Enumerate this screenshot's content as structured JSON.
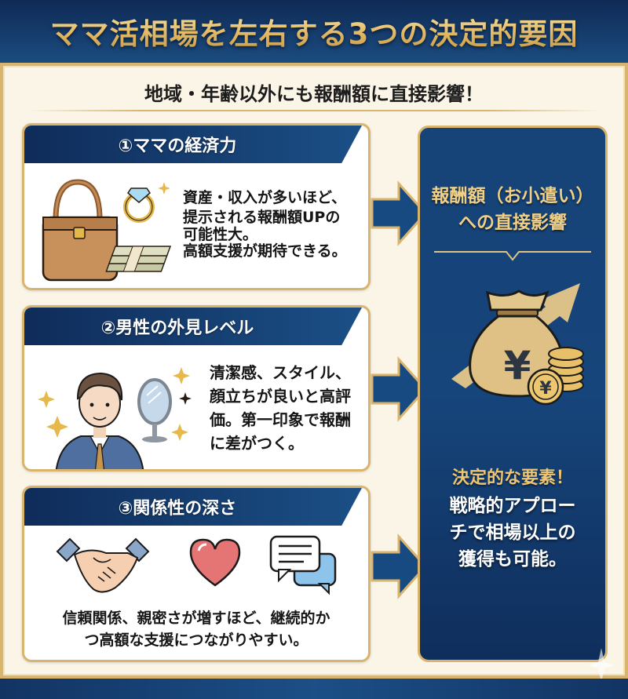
{
  "header": {
    "title": "ママ活相場を左右する3つの決定的要因"
  },
  "subtitle": "地域・年齢以外にも報酬額に直接影響！",
  "factors": [
    {
      "title": "①ママの経済力",
      "icons": [
        "handbag-icon",
        "diamond-ring-icon",
        "cash-stack-icon",
        "sparkle-icon"
      ],
      "text_lines": [
        "資産・収入が多いほど、",
        "提示される報酬額UPの",
        "可能性大。",
        "高額支援が期待できる。"
      ]
    },
    {
      "title": "②男性の外見レベル",
      "icons": [
        "businessman-icon",
        "mirror-icon",
        "sparkle-icon"
      ],
      "text_lines": [
        "清潔感、スタイル、",
        "顔立ちが良いと高評",
        "価。第一印象で報酬",
        "に差がつく。"
      ]
    },
    {
      "title": "③関係性の深さ",
      "icons": [
        "handshake-icon",
        "heart-icon",
        "chat-bubbles-icon"
      ],
      "text_lines": [
        "信頼関係、親密さが増すほど、継続的か",
        "つ高額な支援につながりやすい。"
      ]
    }
  ],
  "result": {
    "title_lines": [
      "報酬額（お小遣い）",
      "への直接影響"
    ],
    "icon": "money-bag-yen-icon",
    "highlight": "決定的な要素！",
    "body_lines": [
      "戦略的アプロー",
      "チで相場以上の",
      "獲得も可能。"
    ]
  },
  "colors": {
    "navy": "#12315e",
    "navy_light": "#1b4f86",
    "gold": "#d8b46e",
    "gold_text": "#f0cf86",
    "cream": "#faf5e6"
  }
}
